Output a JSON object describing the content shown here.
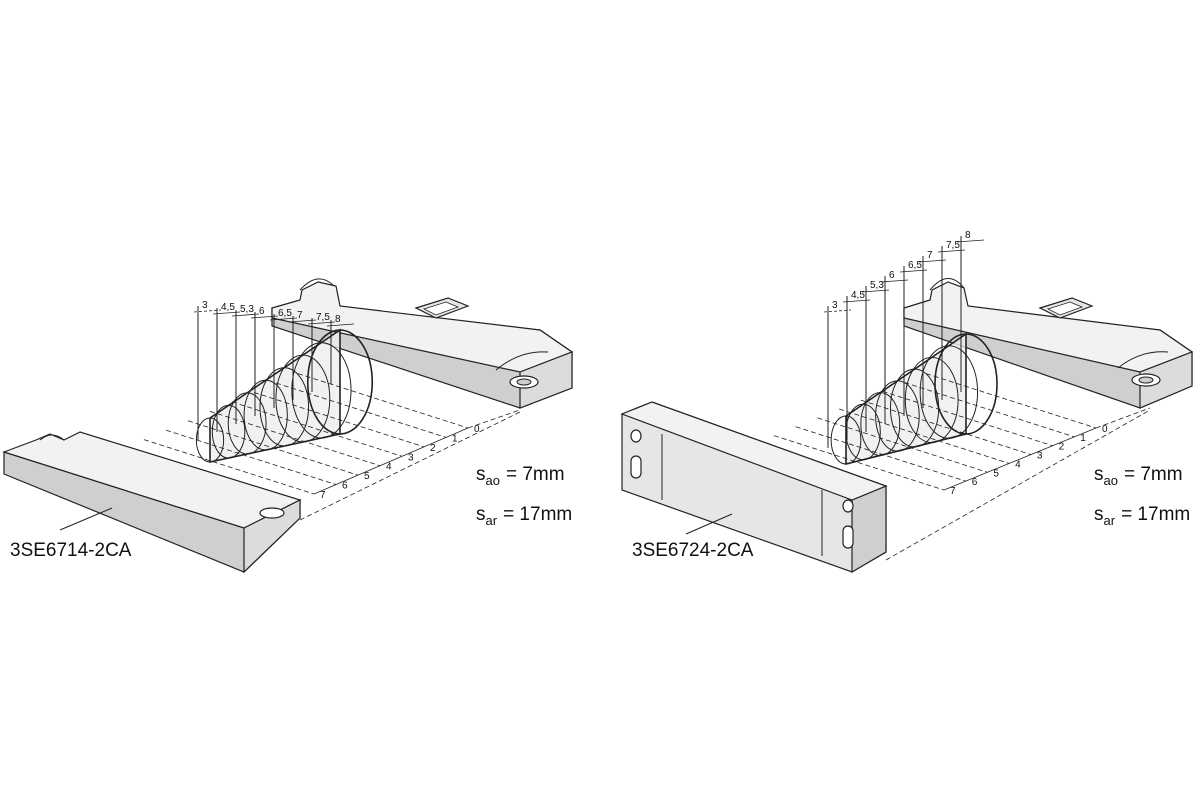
{
  "palette": {
    "part_fill": "#e6e6e6",
    "part_side": "#cfcfcf",
    "part_top": "#f2f2f2",
    "line": "#222222",
    "cone_fill": "#e9e9e9",
    "background": "#ffffff"
  },
  "diagrams": [
    {
      "model": "3SE6714-2CA",
      "zone_labels": [
        "3",
        "4,5",
        "5,3",
        "6",
        "6,5",
        "7",
        "7,5",
        "8"
      ],
      "distance_ticks": [
        "0",
        "1",
        "2",
        "3",
        "4",
        "5",
        "6",
        "7"
      ],
      "sao": {
        "symbol": "s",
        "sub": "ao",
        "value": "= 7mm"
      },
      "sar": {
        "symbol": "s",
        "sub": "ar",
        "value": "= 17mm"
      }
    },
    {
      "model": "3SE6724-2CA",
      "zone_labels": [
        "3",
        "4,5",
        "5,3",
        "6",
        "6,5",
        "7",
        "7,5",
        "8"
      ],
      "distance_ticks": [
        "0",
        "1",
        "2",
        "3",
        "4",
        "5",
        "6",
        "7"
      ],
      "sao": {
        "symbol": "s",
        "sub": "ao",
        "value": "= 7mm"
      },
      "sar": {
        "symbol": "s",
        "sub": "ar",
        "value": "= 17mm"
      }
    }
  ]
}
